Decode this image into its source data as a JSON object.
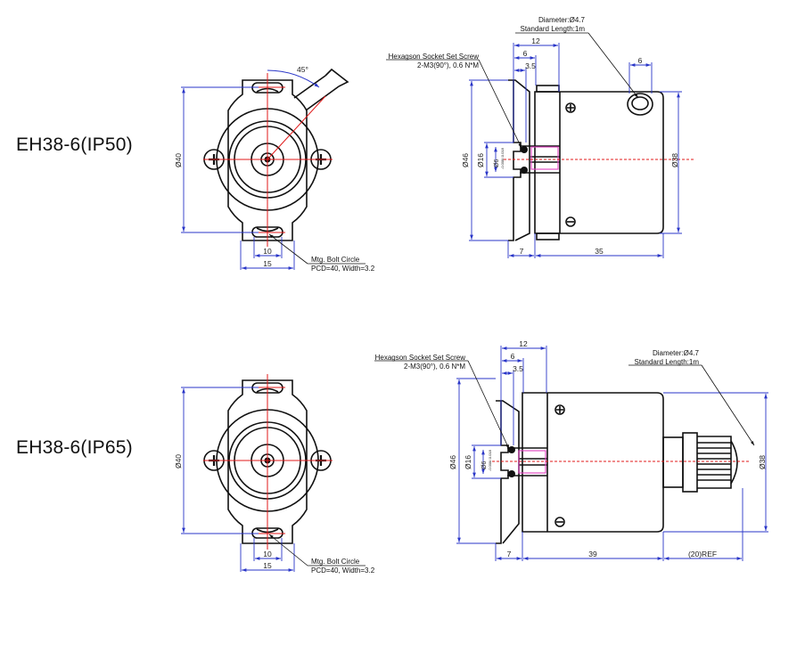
{
  "colors": {
    "outline": "#111111",
    "dimension": "#2a36c8",
    "center_line": "#e01818",
    "shaft_highlight": "#e040c0"
  },
  "ip50": {
    "title": "EH38-6(IP50)",
    "front": {
      "d40": "Ø40",
      "angle": "45°",
      "w10": "10",
      "w15": "15",
      "mtg_line1": "Mtg. Bolt Circle",
      "mtg_line2": "PCD=40, Width=3.2"
    },
    "side": {
      "cable_line1": "Diameter:Ø4.7",
      "cable_line2": "Standard Length:1m",
      "screw_line1": "Hexagson Socket Set Screw",
      "screw_line2": "2-M3(90°), 0.6 N*M",
      "d12": "12",
      "d6": "6",
      "d35_top": "3.5",
      "d6_gland": "6",
      "d46": "Ø46",
      "d16": "Ø16",
      "shaft": "Ø6",
      "shaft_tol": "-0.008/-0.018",
      "d38": "Ø38",
      "d7": "7",
      "d35": "35"
    }
  },
  "ip65": {
    "title": "EH38-6(IP65)",
    "front": {
      "d40": "Ø40",
      "w10": "10",
      "w15": "15",
      "mtg_line1": "Mtg. Bolt Circle",
      "mtg_line2": "PCD=40, Width=3.2"
    },
    "side": {
      "screw_line1": "Hexagson Socket Set Screw",
      "screw_line2": "2-M3(90°), 0.6 N*M",
      "cable_line1": "Diameter:Ø4.7",
      "cable_line2": "Standard Length:1m",
      "d12": "12",
      "d6": "6",
      "d35_top": "3.5",
      "d46": "Ø46",
      "d16": "Ø16",
      "shaft": "Ø6",
      "shaft_tol": "-0.008/-0.018",
      "d38": "Ø38",
      "d7": "7",
      "d39": "39",
      "d20ref": "(20)REF"
    }
  }
}
